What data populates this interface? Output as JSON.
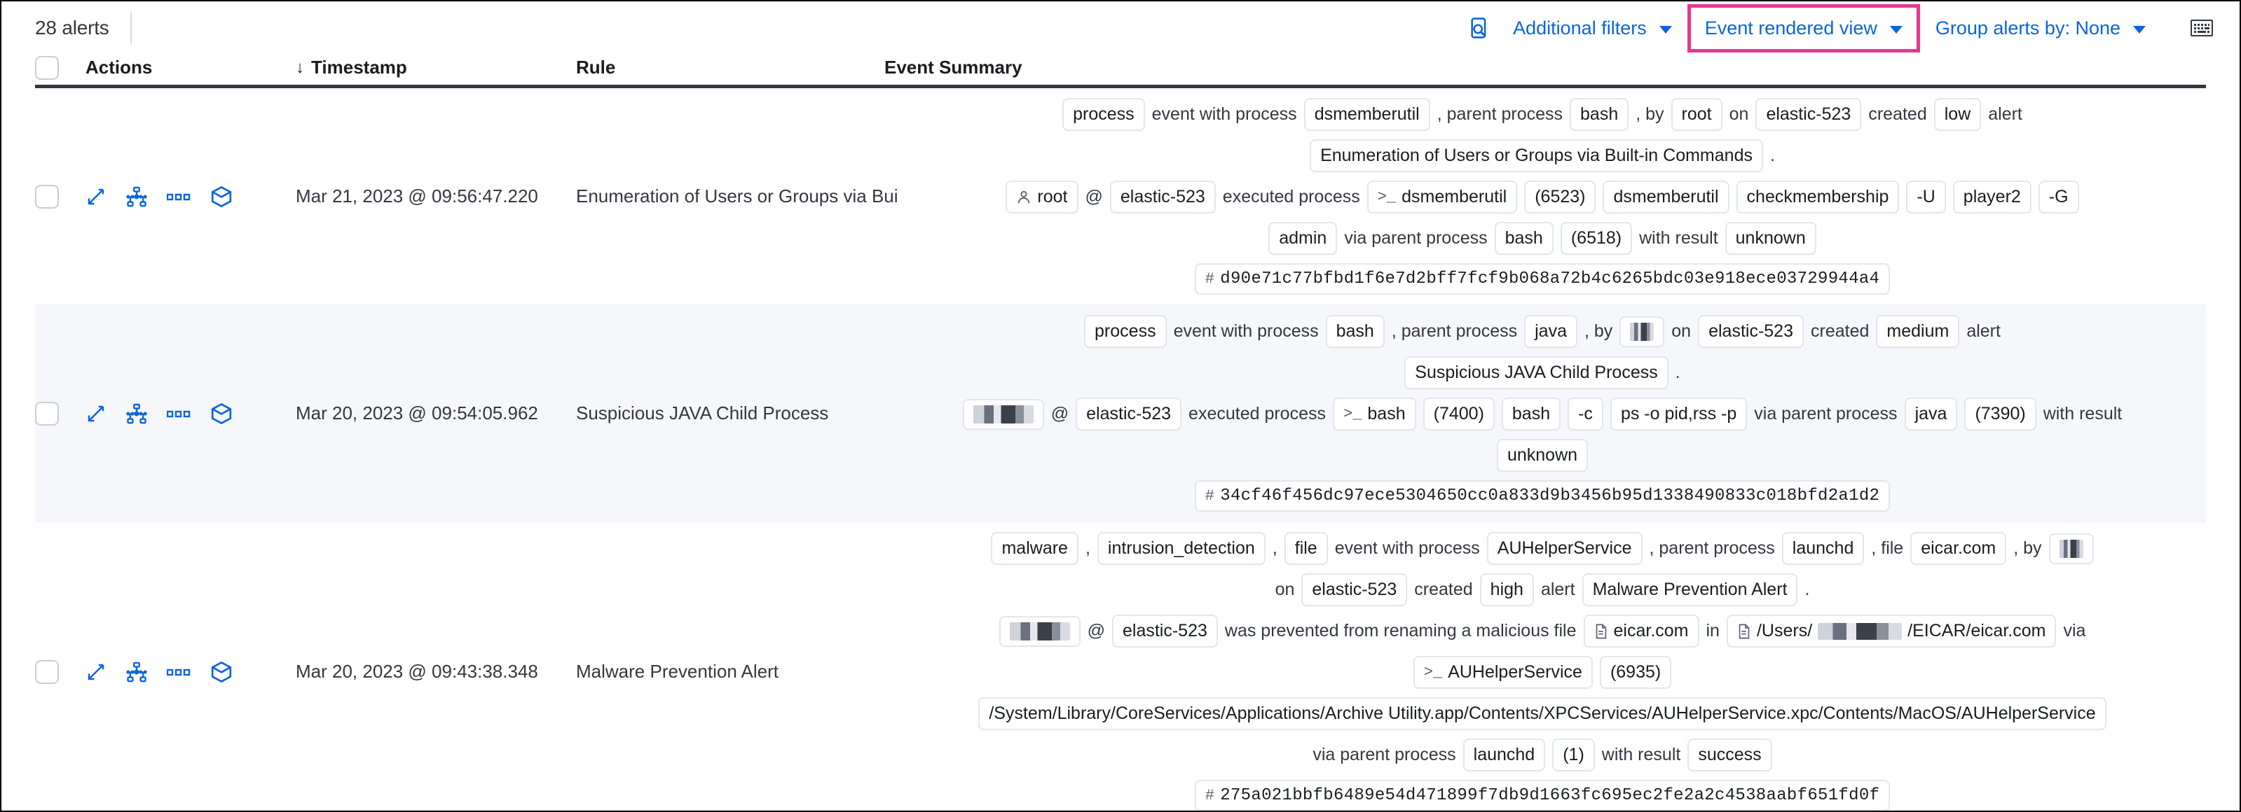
{
  "toolbar": {
    "alert_count": "28 alerts",
    "inspect_icon": "inspect-search-icon",
    "additional_filters": "Additional filters",
    "event_rendered_view": "Event rendered view",
    "group_alerts_by": "Group alerts by: None",
    "keyboard_icon": "keyboard-icon",
    "highlight_color": "#e8368f",
    "link_color": "#0b64dd"
  },
  "table": {
    "columns": {
      "actions": "Actions",
      "timestamp": "Timestamp",
      "rule": "Rule",
      "event_summary": "Event Summary",
      "sort_arrow": "↓"
    },
    "row_actions": [
      {
        "name": "expand-icon"
      },
      {
        "name": "session-view-icon"
      },
      {
        "name": "more-actions-icon"
      },
      {
        "name": "analyzer-cube-icon"
      }
    ]
  },
  "rows": [
    {
      "striped": false,
      "timestamp": "Mar 21, 2023 @ 09:56:47.220",
      "rule": "Enumeration of Users or Groups via Bui",
      "summary": [
        [
          {
            "t": "chip",
            "v": "process"
          },
          {
            "t": "txt",
            "v": "event with process"
          },
          {
            "t": "chip",
            "v": "dsmemberutil"
          },
          {
            "t": "txt",
            "v": ", parent process"
          },
          {
            "t": "chip",
            "v": "bash"
          },
          {
            "t": "txt",
            "v": ", by"
          },
          {
            "t": "chip",
            "v": "root"
          },
          {
            "t": "txt",
            "v": "on"
          },
          {
            "t": "chip",
            "v": "elastic-523"
          },
          {
            "t": "txt",
            "v": "created"
          },
          {
            "t": "chip",
            "v": "low"
          },
          {
            "t": "txt",
            "v": "alert"
          }
        ],
        [
          {
            "t": "chip",
            "v": "Enumeration of Users or Groups via Built-in Commands"
          },
          {
            "t": "txt",
            "v": "."
          }
        ],
        [
          {
            "t": "chip",
            "v": "root",
            "icon": "user"
          },
          {
            "t": "txt",
            "v": "@"
          },
          {
            "t": "chip",
            "v": "elastic-523"
          },
          {
            "t": "txt",
            "v": "executed process"
          },
          {
            "t": "chip",
            "v": "dsmemberutil",
            "icon": "console"
          },
          {
            "t": "chip",
            "v": "(6523)"
          },
          {
            "t": "chip",
            "v": "dsmemberutil"
          },
          {
            "t": "chip",
            "v": "checkmembership"
          },
          {
            "t": "chip",
            "v": "-U"
          },
          {
            "t": "chip",
            "v": "player2"
          },
          {
            "t": "chip",
            "v": "-G"
          }
        ],
        [
          {
            "t": "chip",
            "v": "admin"
          },
          {
            "t": "txt",
            "v": "via parent process"
          },
          {
            "t": "chip",
            "v": "bash"
          },
          {
            "t": "chip",
            "v": "(6518)"
          },
          {
            "t": "txt",
            "v": "with result"
          },
          {
            "t": "chip",
            "v": "unknown"
          }
        ],
        [
          {
            "t": "chip",
            "v": "d90e71c77bfbd1f6e7d2bff7fcf9b068a72b4c6265bdc03e918ece03729944a4",
            "icon": "hash",
            "mono": true
          }
        ]
      ]
    },
    {
      "striped": true,
      "timestamp": "Mar 20, 2023 @ 09:54:05.962",
      "rule": "Suspicious JAVA Child Process",
      "summary": [
        [
          {
            "t": "chip",
            "v": "process"
          },
          {
            "t": "txt",
            "v": "event with process"
          },
          {
            "t": "chip",
            "v": "bash"
          },
          {
            "t": "txt",
            "v": ", parent process"
          },
          {
            "t": "chip",
            "v": "java"
          },
          {
            "t": "txt",
            "v": ", by"
          },
          {
            "t": "chip",
            "v": "",
            "redact": "tiny"
          },
          {
            "t": "txt",
            "v": "on"
          },
          {
            "t": "chip",
            "v": "elastic-523"
          },
          {
            "t": "txt",
            "v": "created"
          },
          {
            "t": "chip",
            "v": "medium"
          },
          {
            "t": "txt",
            "v": "alert"
          }
        ],
        [
          {
            "t": "chip",
            "v": "Suspicious JAVA Child Process"
          },
          {
            "t": "txt",
            "v": "."
          }
        ],
        [
          {
            "t": "chip",
            "v": "",
            "redact": "wide"
          },
          {
            "t": "txt",
            "v": "@"
          },
          {
            "t": "chip",
            "v": "elastic-523"
          },
          {
            "t": "txt",
            "v": "executed process"
          },
          {
            "t": "chip",
            "v": "bash",
            "icon": "console"
          },
          {
            "t": "chip",
            "v": "(7400)"
          },
          {
            "t": "chip",
            "v": "bash"
          },
          {
            "t": "chip",
            "v": "-c"
          },
          {
            "t": "chip",
            "v": "ps -o pid,rss -p"
          },
          {
            "t": "txt",
            "v": "via parent process"
          },
          {
            "t": "chip",
            "v": "java"
          },
          {
            "t": "chip",
            "v": "(7390)"
          },
          {
            "t": "txt",
            "v": "with result"
          }
        ],
        [
          {
            "t": "chip",
            "v": "unknown"
          }
        ],
        [
          {
            "t": "chip",
            "v": "34cf46f456dc97ece5304650cc0a833d9b3456b95d1338490833c018bfd2a1d2",
            "icon": "hash",
            "mono": true
          }
        ]
      ]
    },
    {
      "striped": false,
      "timestamp": "Mar 20, 2023 @ 09:43:38.348",
      "rule": "Malware Prevention Alert",
      "summary": [
        [
          {
            "t": "chip",
            "v": "malware"
          },
          {
            "t": "txt",
            "v": ","
          },
          {
            "t": "chip",
            "v": "intrusion_detection"
          },
          {
            "t": "txt",
            "v": ","
          },
          {
            "t": "chip",
            "v": "file"
          },
          {
            "t": "txt",
            "v": "event with process"
          },
          {
            "t": "chip",
            "v": "AUHelperService"
          },
          {
            "t": "txt",
            "v": ", parent process"
          },
          {
            "t": "chip",
            "v": "launchd"
          },
          {
            "t": "txt",
            "v": ", file"
          },
          {
            "t": "chip",
            "v": "eicar.com"
          },
          {
            "t": "txt",
            "v": ", by"
          },
          {
            "t": "chip",
            "v": "",
            "redact": "tiny"
          }
        ],
        [
          {
            "t": "txt",
            "v": "on"
          },
          {
            "t": "chip",
            "v": "elastic-523"
          },
          {
            "t": "txt",
            "v": "created"
          },
          {
            "t": "chip",
            "v": "high"
          },
          {
            "t": "txt",
            "v": "alert"
          },
          {
            "t": "chip",
            "v": "Malware Prevention Alert"
          },
          {
            "t": "txt",
            "v": "."
          }
        ],
        [
          {
            "t": "chip",
            "v": "",
            "redact": "wide"
          },
          {
            "t": "txt",
            "v": "@"
          },
          {
            "t": "chip",
            "v": "elastic-523"
          },
          {
            "t": "txt",
            "v": "was prevented from renaming a malicious file"
          },
          {
            "t": "chip",
            "v": "eicar.com",
            "icon": "file"
          },
          {
            "t": "txt",
            "v": "in"
          },
          {
            "t": "chip",
            "v": "/Users/",
            "suffix": "/EICAR/eicar.com",
            "icon": "file",
            "redact": "path"
          },
          {
            "t": "txt",
            "v": "via"
          }
        ],
        [
          {
            "t": "chip",
            "v": "AUHelperService",
            "icon": "console"
          },
          {
            "t": "chip",
            "v": "(6935)"
          }
        ],
        [
          {
            "t": "chip",
            "v": "/System/Library/CoreServices/Applications/Archive Utility.app/Contents/XPCServices/AUHelperService.xpc/Contents/MacOS/AUHelperService"
          }
        ],
        [
          {
            "t": "txt",
            "v": "via parent process"
          },
          {
            "t": "chip",
            "v": "launchd"
          },
          {
            "t": "chip",
            "v": "(1)"
          },
          {
            "t": "txt",
            "v": "with result"
          },
          {
            "t": "chip",
            "v": "success"
          }
        ],
        [
          {
            "t": "chip",
            "v": "275a021bbfb6489e54d471899f7db9d1663fc695ec2fe2a2c4538aabf651fd0f",
            "icon": "hash",
            "mono": true
          }
        ]
      ]
    }
  ]
}
